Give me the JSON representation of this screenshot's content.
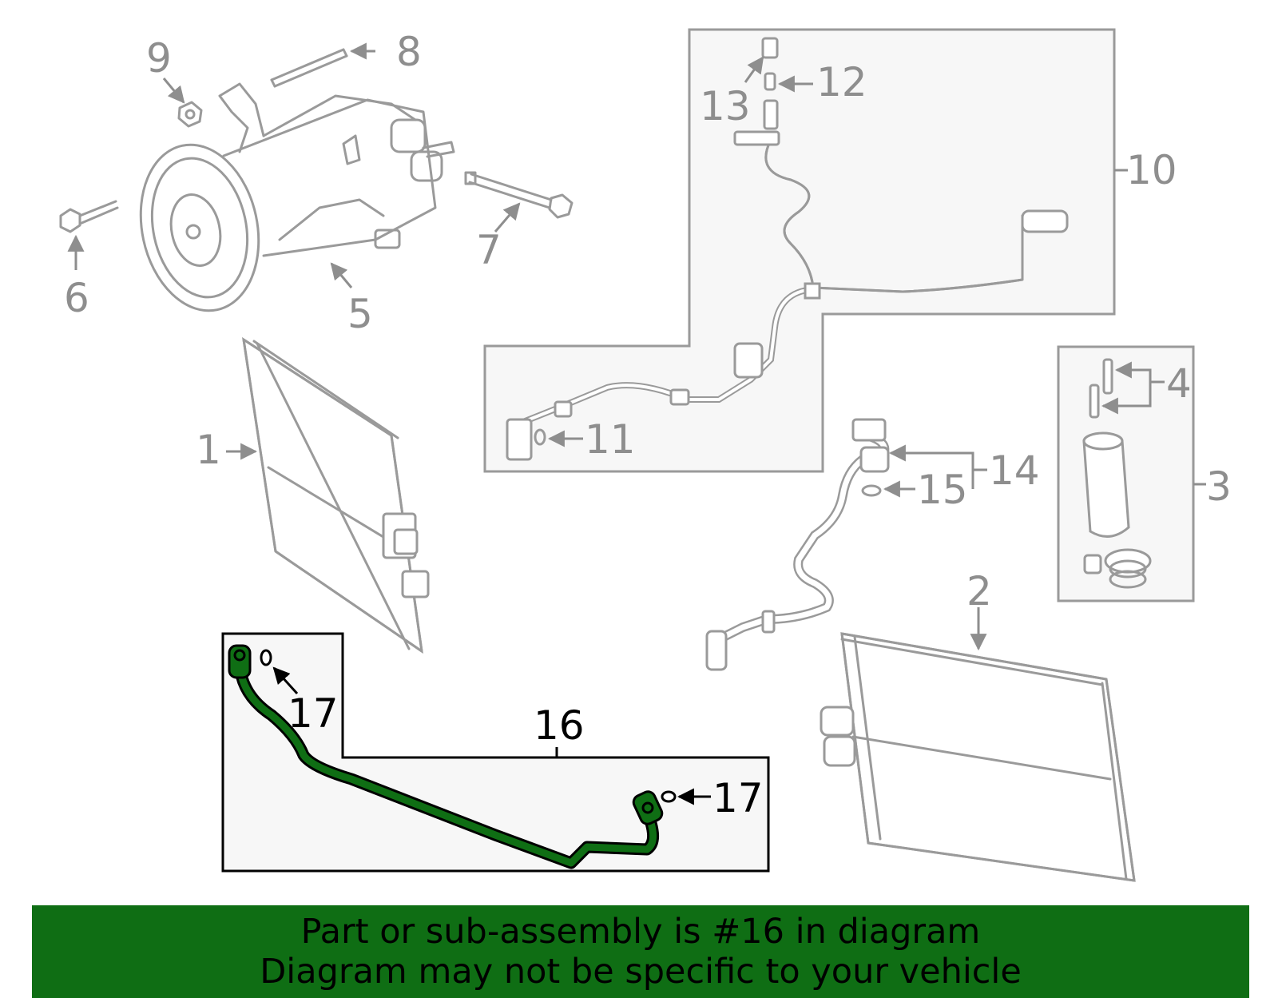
{
  "callouts": {
    "c1": "1",
    "c2": "2",
    "c3": "3",
    "c4": "4",
    "c5": "5",
    "c6": "6",
    "c7": "7",
    "c8": "8",
    "c9": "9",
    "c10": "10",
    "c11": "11",
    "c12": "12",
    "c13": "13",
    "c14": "14",
    "c15": "15",
    "c16": "16",
    "c17a": "17",
    "c17b": "17"
  },
  "highlighted_part": "16",
  "colors": {
    "highlight": "#0f6e14",
    "banner": "#0f6e14",
    "part_gray": "#9a9a9a"
  },
  "banner": {
    "line1": "Part or sub-assembly is #16 in diagram",
    "line2": "Diagram may not be specific to your vehicle"
  }
}
